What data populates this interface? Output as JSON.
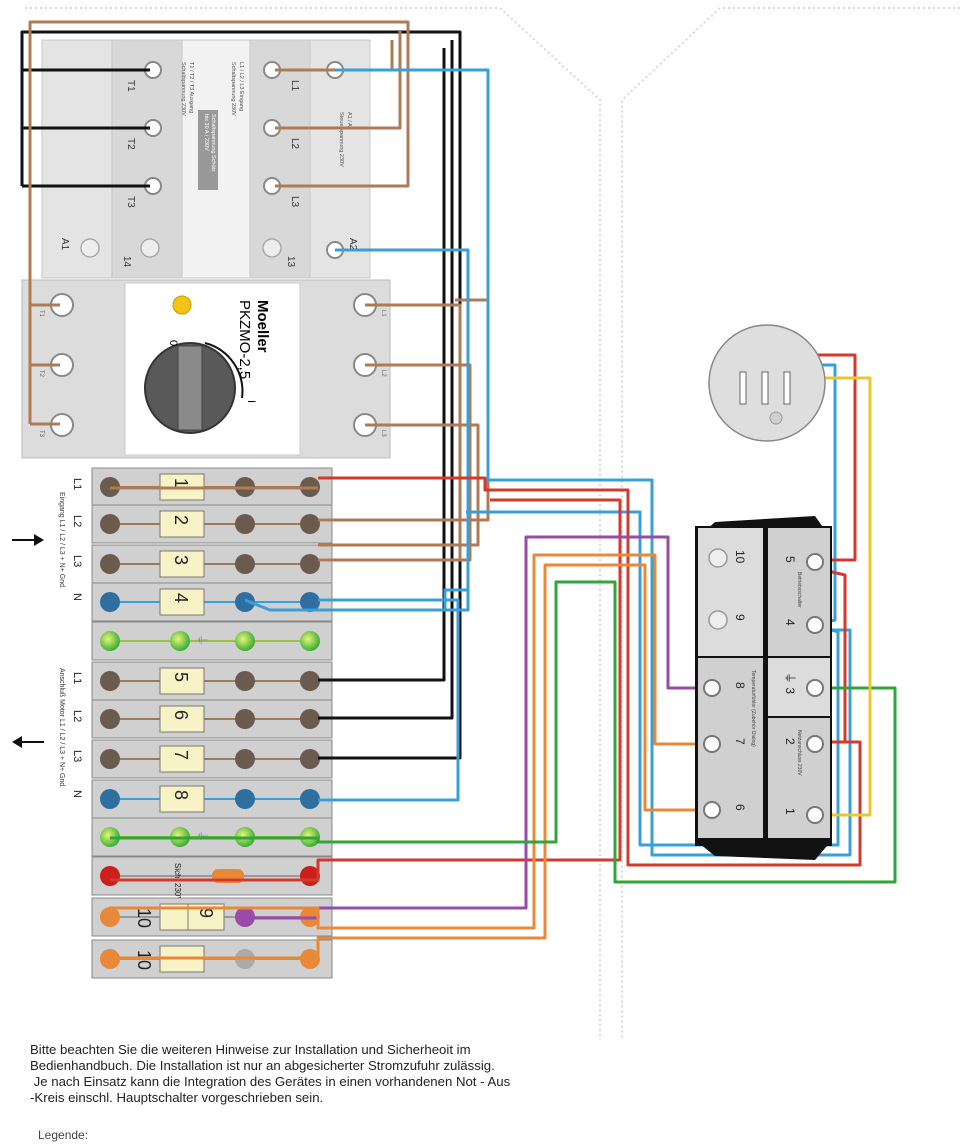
{
  "contactor": {
    "left_terms": [
      "T1",
      "T2",
      "T3"
    ],
    "right_terms": [
      "L1",
      "L2",
      "L3"
    ],
    "aux_left": "A1",
    "aux_right": "A2",
    "aux_num_left": "14",
    "aux_num_right": "13",
    "label_left_line1": "T1 / T2 / T3 Ausgang",
    "label_left_line2": "Schaltspannung 230V",
    "label_center_line1": "Schaltspannung Schütz",
    "label_center_line2": "bis 30 A / 230V",
    "label_right_line1": "L1 / L2 / L3 Eingang",
    "label_right_line2": "Schaltspannung 230V",
    "label_far_right_line1": "A1 / A2",
    "label_far_right_line2": "Steuerspannung 230V"
  },
  "switch": {
    "brand": "Moeller",
    "model": "PKZMO-2,5",
    "pos_off": "0",
    "pos_on": "I",
    "left_terms": [
      "T1",
      "T2",
      "T3"
    ],
    "right_terms": [
      "L1",
      "L2",
      "L3"
    ]
  },
  "terminal_block": {
    "rows": [
      {
        "num": "1",
        "side": "L1"
      },
      {
        "num": "2",
        "side": "L2"
      },
      {
        "num": "3",
        "side": "L3"
      },
      {
        "num": "4",
        "side": "N"
      },
      {
        "num": "⏚",
        "side": ""
      },
      {
        "num": "5",
        "side": "L1"
      },
      {
        "num": "6",
        "side": "L2"
      },
      {
        "num": "7",
        "side": "L3"
      },
      {
        "num": "8",
        "side": "N"
      },
      {
        "num": "⏚",
        "side": ""
      },
      {
        "num": "Sich. 230V",
        "side": ""
      },
      {
        "num": "10",
        "num2": "9",
        "side": ""
      },
      {
        "num": "10",
        "side": ""
      }
    ],
    "label_input": "Eingang L1 / L2 / L3 + N+ Gnd.",
    "label_output": "Anschluß Motor L1 / L2 / L3 + N+ Gnd."
  },
  "controller": {
    "left_terms": [
      "10",
      "9",
      "8",
      "7",
      "6"
    ],
    "right_terms": [
      "5",
      "4",
      "⏚ 3",
      "2",
      "1"
    ],
    "label_left": "Temperaturfühler (Zubehör Dialog)",
    "label_right_top": "Betriebsschalter",
    "label_right_bottom": "Netzanschluss 230V"
  },
  "notes": [
    "Bitte beachten Sie die weiteren Hinweise zur Installation und Sicherheoit im",
    "Bedienhandbuch. Die Installation ist nur an abgesicherter Stromzufuhr zulässig.",
    " Je nach Einsatz kann die Integration des Gerätes in einen vorhandenen Not - Aus",
    "-Kreis einschl. Hauptschalter vorgeschrieben sein."
  ],
  "legend_label": "Legende:",
  "colors": {
    "brown": "#b07a55",
    "blue": "#3a9fd8",
    "black": "#111111",
    "red": "#d23a2e",
    "orange": "#e8893a",
    "purple": "#9a4aa8",
    "green": "#2fa53a",
    "yellow": "#e8c830"
  }
}
